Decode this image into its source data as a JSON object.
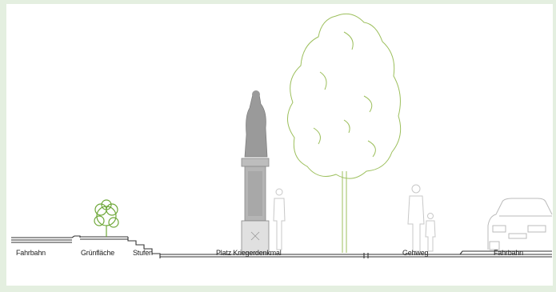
{
  "labels": {
    "fahrbahn_left": "Fahrbahn",
    "gruenflaeche": "Grünfläche",
    "stufen": "Stufen",
    "platz": "Platz Kriegerdenkmal",
    "gehweg": "Gehweg",
    "fahrbahn_right": "Fahrbahn"
  },
  "colors": {
    "background": "#e4efe0",
    "canvas": "#ffffff",
    "ground_line": "#333333",
    "tree_outline": "#9cbf5c",
    "shrub": "#6fa83a",
    "statue": "#9a9a9a",
    "pedestal": "#b5b5b5",
    "people": "#c8c8c8"
  },
  "icons": [
    "statue-figure",
    "memorial-pedestal",
    "tree",
    "shrub",
    "pedestrian",
    "car"
  ]
}
